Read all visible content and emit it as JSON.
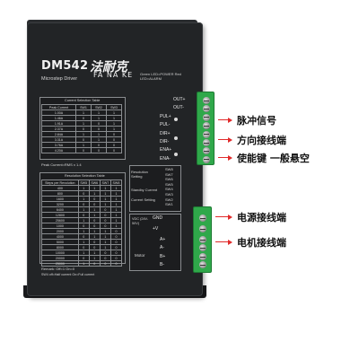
{
  "product": {
    "model": "DM542",
    "brand_cn": "法耐克",
    "brand_en": "FA NA KE",
    "description": "Microstep Driver",
    "led_note": "Green LED=POWER Red LED=ALARM"
  },
  "current_table": {
    "title": "Current Selection Table",
    "headers": [
      "Peak Current",
      "SW1",
      "SW2",
      "SW3"
    ],
    "rows": [
      [
        "1.00A",
        "1",
        "1",
        "1"
      ],
      [
        "1.46A",
        "0",
        "1",
        "1"
      ],
      [
        "1.91A",
        "1",
        "0",
        "1"
      ],
      [
        "2.37A",
        "0",
        "0",
        "1"
      ],
      [
        "2.84A",
        "1",
        "1",
        "0"
      ],
      [
        "3.31A",
        "0",
        "1",
        "0"
      ],
      [
        "3.76A",
        "1",
        "0",
        "0"
      ],
      [
        "4.20A",
        "0",
        "0",
        "0"
      ]
    ],
    "footnote": "Peak Current=RMS x 1.4"
  },
  "step_table": {
    "title": "Resolution Selection Table",
    "headers": [
      "Steps per Revolution",
      "SW5",
      "SW6",
      "SW7",
      "SW8"
    ],
    "rows": [
      [
        "400",
        "1",
        "1",
        "1",
        "1"
      ],
      [
        "800",
        "0",
        "1",
        "1",
        "1"
      ],
      [
        "1600",
        "1",
        "0",
        "1",
        "1"
      ],
      [
        "3200",
        "0",
        "0",
        "1",
        "1"
      ],
      [
        "6400",
        "1",
        "1",
        "0",
        "1"
      ],
      [
        "12800",
        "0",
        "1",
        "0",
        "1"
      ],
      [
        "25600",
        "1",
        "0",
        "0",
        "1"
      ],
      [
        "1000",
        "0",
        "0",
        "0",
        "1"
      ],
      [
        "2000",
        "1",
        "1",
        "1",
        "0"
      ],
      [
        "4000",
        "0",
        "1",
        "1",
        "0"
      ],
      [
        "5000",
        "1",
        "0",
        "1",
        "0"
      ],
      [
        "8000",
        "0",
        "0",
        "1",
        "0"
      ],
      [
        "10000",
        "1",
        "1",
        "0",
        "0"
      ],
      [
        "20000",
        "0",
        "1",
        "0",
        "0"
      ],
      [
        "25000",
        "1",
        "0",
        "0",
        "0"
      ]
    ],
    "remark": "Remark: Off=1 On=0",
    "sw4_note": "SW4 off=Half current On=Full current"
  },
  "switch_panel": {
    "groups": [
      "Resolution Setting",
      "Standby Current",
      "Current Setting"
    ],
    "switches": [
      "SW8",
      "SW7",
      "SW6",
      "SW5",
      "SW4",
      "SW3",
      "SW2",
      "SW1"
    ]
  },
  "signal_terminal": {
    "pins": [
      "OUT+",
      "OUT-",
      "PUL+",
      "PUL-",
      "DIR+",
      "DIR-",
      "ENA+",
      "ENA-"
    ]
  },
  "power_terminal": {
    "label": "VDC (24V-50V)",
    "pins": [
      "GND",
      "+V",
      "A+",
      "A-",
      "B+",
      "B-"
    ],
    "motor_label": "Motor"
  },
  "callouts": {
    "pulse": "脉冲信号",
    "direction": "方向接线端",
    "enable": "使能键 一般悬空",
    "power": "电源接线端",
    "motor": "电机接线端"
  },
  "colors": {
    "housing": "#222426",
    "terminal": "#2fa84a",
    "arrow": "#e12a2a"
  }
}
